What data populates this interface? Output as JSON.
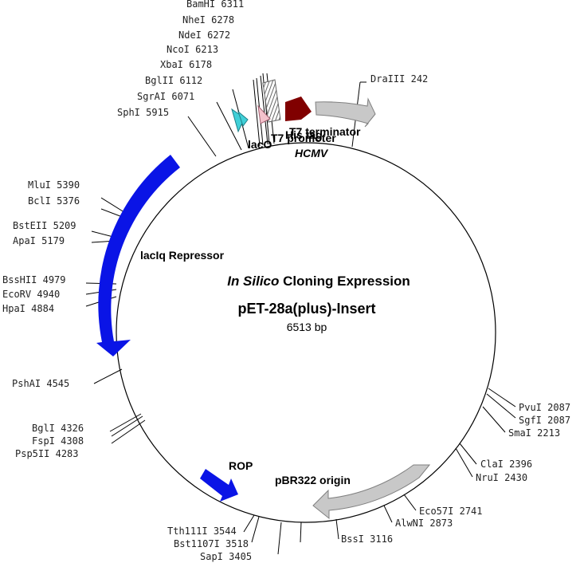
{
  "title": {
    "prefix": "In Silico",
    "suffix": " Cloning Expression"
  },
  "plasmid": {
    "name": "pET-28a(plus)-Insert",
    "size": "6513 bp"
  },
  "features": [
    {
      "label": "lacIq Repressor",
      "color": "#0a14e6",
      "type": "arrow"
    },
    {
      "label": "ROP",
      "color": "#0a14e6",
      "type": "arrow"
    },
    {
      "label": "pBR322 origin",
      "color": "#c8c8c8",
      "type": "arrow"
    },
    {
      "label": "T7 terminator",
      "color": "#c8c8c8",
      "type": "arrow"
    },
    {
      "label": "HCMV",
      "color": "#800000",
      "type": "arrow"
    },
    {
      "label": "lacO",
      "color": "#40d0d8",
      "type": "arrow"
    },
    {
      "label": "T7 promoter",
      "color": "#f4c2cc",
      "type": "arrow"
    },
    {
      "label": "His tag",
      "color": "#999999",
      "type": "hatched"
    }
  ],
  "sites": [
    {
      "name": "BamHI",
      "pos": "6311"
    },
    {
      "name": "NheI",
      "pos": "6278"
    },
    {
      "name": "NdeI",
      "pos": "6272"
    },
    {
      "name": "NcoI",
      "pos": "6213"
    },
    {
      "name": "XbaI",
      "pos": "6178"
    },
    {
      "name": "BglII",
      "pos": "6112"
    },
    {
      "name": "SgrAI",
      "pos": "6071"
    },
    {
      "name": "SphI",
      "pos": "5915"
    },
    {
      "name": "DraIII",
      "pos": "242"
    },
    {
      "name": "MluI",
      "pos": "5390"
    },
    {
      "name": "BclI",
      "pos": "5376"
    },
    {
      "name": "BstEII",
      "pos": "5209"
    },
    {
      "name": "ApaI",
      "pos": "5179"
    },
    {
      "name": "BssHII",
      "pos": "4979"
    },
    {
      "name": "EcoRV",
      "pos": "4940"
    },
    {
      "name": "HpaI",
      "pos": "4884"
    },
    {
      "name": "PshAI",
      "pos": "4545"
    },
    {
      "name": "BglI",
      "pos": "4326"
    },
    {
      "name": "FspI",
      "pos": "4308"
    },
    {
      "name": "Psp5II",
      "pos": "4283"
    },
    {
      "name": "PvuI",
      "pos": "2087"
    },
    {
      "name": "SgfI",
      "pos": "2087"
    },
    {
      "name": "SmaI",
      "pos": "2213"
    },
    {
      "name": "ClaI",
      "pos": "2396"
    },
    {
      "name": "NruI",
      "pos": "2430"
    },
    {
      "name": "Eco57I",
      "pos": "2741"
    },
    {
      "name": "AlwNI",
      "pos": "2873"
    },
    {
      "name": "BssI",
      "pos": "3116"
    },
    {
      "name": "Tth111I",
      "pos": "3544"
    },
    {
      "name": "Bst1107I",
      "pos": "3518"
    },
    {
      "name": "SapI",
      "pos": "3405"
    }
  ]
}
